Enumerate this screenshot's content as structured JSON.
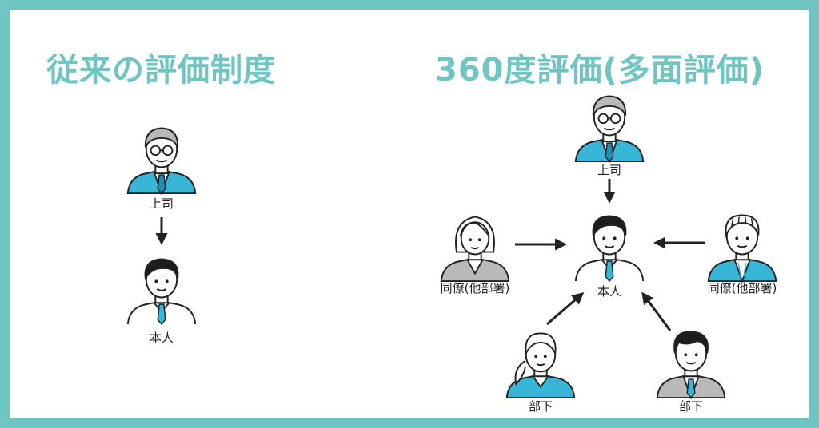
{
  "left_panel": {
    "title": "従来の評価制度",
    "superior_label": "上司",
    "self_label": "本人"
  },
  "right_panel": {
    "title": "360度評価(多面評価)",
    "superior_label": "上司",
    "self_label": "本人",
    "peer_left_label": "同僚(他部署)",
    "peer_right_label": "同僚(他部署)",
    "subordinate_left_label": "部下",
    "subordinate_right_label": "部下"
  },
  "colors": {
    "accent": "#6ec5c2",
    "shirt_blue": "#38b6d8",
    "suit_gray": "#b9b9b9",
    "line": "#222222"
  },
  "icons": {
    "senior": "senior-manager-icon",
    "employee": "employee-icon",
    "woman_peer": "woman-peer-icon",
    "man_peer": "man-peer-icon",
    "woman_sub": "woman-subordinate-icon",
    "man_sub": "man-subordinate-icon"
  }
}
